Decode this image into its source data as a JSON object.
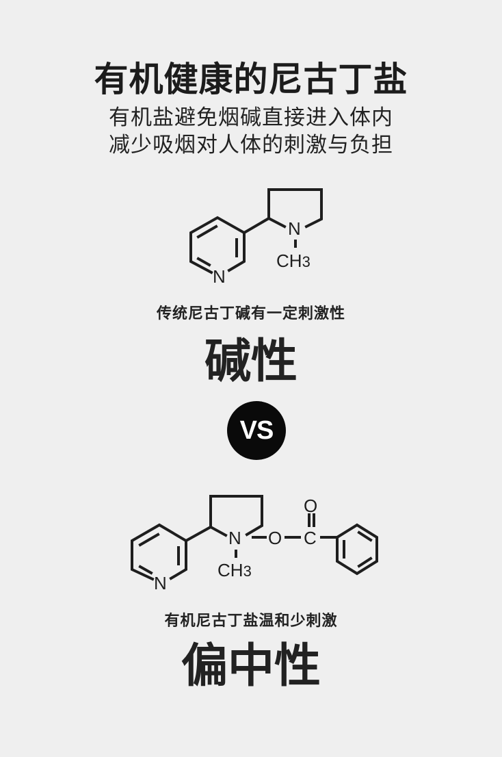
{
  "header": {
    "title": "有机健康的尼古丁盐",
    "subtitle_line1": "有机盐避免烟碱直接进入体内",
    "subtitle_line2": "减少吸烟对人体的刺激与负担"
  },
  "section_traditional": {
    "structure_name": "nicotine-structure",
    "atoms": {
      "ring_n": "N",
      "pyrrolidine_n": "N",
      "methyl": "CH",
      "methyl_sub": "3"
    },
    "caption": "传统尼古丁碱有一定刺激性",
    "label": "碱性"
  },
  "versus": {
    "label": "VS"
  },
  "section_organic": {
    "structure_name": "nicotine-benzoate-structure",
    "atoms": {
      "ring_n": "N",
      "pyrrolidine_n": "N",
      "methyl": "CH",
      "methyl_sub": "3",
      "ester_o": "O",
      "carbonyl_c": "C",
      "carbonyl_o": "O"
    },
    "caption": "有机尼古丁盐温和少刺激",
    "label": "偏中性"
  },
  "colors": {
    "background": "#efefef",
    "text": "#1e1e1e",
    "vs_circle": "#0a0a0a",
    "vs_text": "#ffffff"
  }
}
